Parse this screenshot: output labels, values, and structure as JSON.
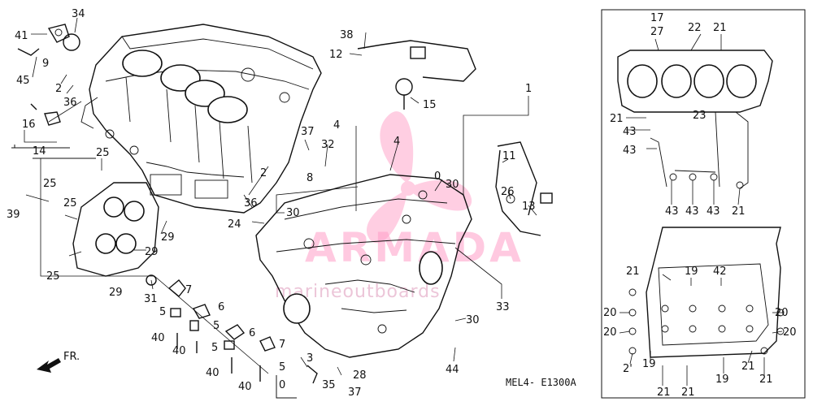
{
  "diagram": {
    "code_label": "MEL4- E1300A",
    "direction_label": "FR.",
    "watermark": {
      "brand": "ARMADA",
      "tagline": "marineoutboards"
    },
    "callouts": [
      {
        "id": "c01",
        "text": "34"
      },
      {
        "id": "c02",
        "text": "41"
      },
      {
        "id": "c03",
        "text": "9"
      },
      {
        "id": "c04",
        "text": "45"
      },
      {
        "id": "c05",
        "text": "2"
      },
      {
        "id": "c06",
        "text": "36"
      },
      {
        "id": "c07",
        "text": "16"
      },
      {
        "id": "c08",
        "text": "14"
      },
      {
        "id": "c09",
        "text": "38"
      },
      {
        "id": "c10",
        "text": "12"
      },
      {
        "id": "c11",
        "text": "15"
      },
      {
        "id": "c12",
        "text": "1"
      },
      {
        "id": "c13",
        "text": "17"
      },
      {
        "id": "c14",
        "text": "27"
      },
      {
        "id": "c15",
        "text": "22"
      },
      {
        "id": "c16",
        "text": "21"
      },
      {
        "id": "c17",
        "text": "21"
      },
      {
        "id": "c18",
        "text": "23"
      },
      {
        "id": "c19",
        "text": "43"
      },
      {
        "id": "c20",
        "text": "43"
      },
      {
        "id": "c21",
        "text": "43"
      },
      {
        "id": "c22",
        "text": "43"
      },
      {
        "id": "c23",
        "text": "43"
      },
      {
        "id": "c24",
        "text": "21"
      },
      {
        "id": "c25",
        "text": "25"
      },
      {
        "id": "c26",
        "text": "25"
      },
      {
        "id": "c27",
        "text": "25"
      },
      {
        "id": "c28",
        "text": "39"
      },
      {
        "id": "c29",
        "text": "29"
      },
      {
        "id": "c30",
        "text": "29"
      },
      {
        "id": "c31",
        "text": "25"
      },
      {
        "id": "c32",
        "text": "29"
      },
      {
        "id": "c33",
        "text": "37"
      },
      {
        "id": "c34",
        "text": "32"
      },
      {
        "id": "c35",
        "text": "4"
      },
      {
        "id": "c36",
        "text": "4"
      },
      {
        "id": "c37",
        "text": "2"
      },
      {
        "id": "c38",
        "text": "36"
      },
      {
        "id": "c39",
        "text": "8"
      },
      {
        "id": "c40",
        "text": "0"
      },
      {
        "id": "c41",
        "text": "30"
      },
      {
        "id": "c42",
        "text": "11"
      },
      {
        "id": "c43",
        "text": "26"
      },
      {
        "id": "c44",
        "text": "13"
      },
      {
        "id": "c45",
        "text": "24"
      },
      {
        "id": "c46",
        "text": "30"
      },
      {
        "id": "c47",
        "text": "33"
      },
      {
        "id": "c48",
        "text": "31"
      },
      {
        "id": "c49",
        "text": "7"
      },
      {
        "id": "c50",
        "text": "5"
      },
      {
        "id": "c51",
        "text": "6"
      },
      {
        "id": "c52",
        "text": "5"
      },
      {
        "id": "c53",
        "text": "40"
      },
      {
        "id": "c54",
        "text": "40"
      },
      {
        "id": "c55",
        "text": "6"
      },
      {
        "id": "c56",
        "text": "5"
      },
      {
        "id": "c57",
        "text": "7"
      },
      {
        "id": "c58",
        "text": "40"
      },
      {
        "id": "c59",
        "text": "5"
      },
      {
        "id": "c60",
        "text": "40"
      },
      {
        "id": "c61",
        "text": "3"
      },
      {
        "id": "c62",
        "text": "0"
      },
      {
        "id": "c63",
        "text": "35"
      },
      {
        "id": "c64",
        "text": "28"
      },
      {
        "id": "c65",
        "text": "37"
      },
      {
        "id": "c66",
        "text": "30"
      },
      {
        "id": "c67",
        "text": "44"
      },
      {
        "id": "c68",
        "text": "21"
      },
      {
        "id": "c69",
        "text": "19"
      },
      {
        "id": "c70",
        "text": "42"
      },
      {
        "id": "c71",
        "text": "20"
      },
      {
        "id": "c72",
        "text": "20"
      },
      {
        "id": "c73",
        "text": "20"
      },
      {
        "id": "c74",
        "text": "20"
      },
      {
        "id": "c75",
        "text": "19"
      },
      {
        "id": "c76",
        "text": "19"
      },
      {
        "id": "c77",
        "text": "21"
      },
      {
        "id": "c78",
        "text": "2'"
      },
      {
        "id": "c79",
        "text": "21"
      },
      {
        "id": "c80",
        "text": "21"
      },
      {
        "id": "c81",
        "text": "21"
      }
    ]
  }
}
